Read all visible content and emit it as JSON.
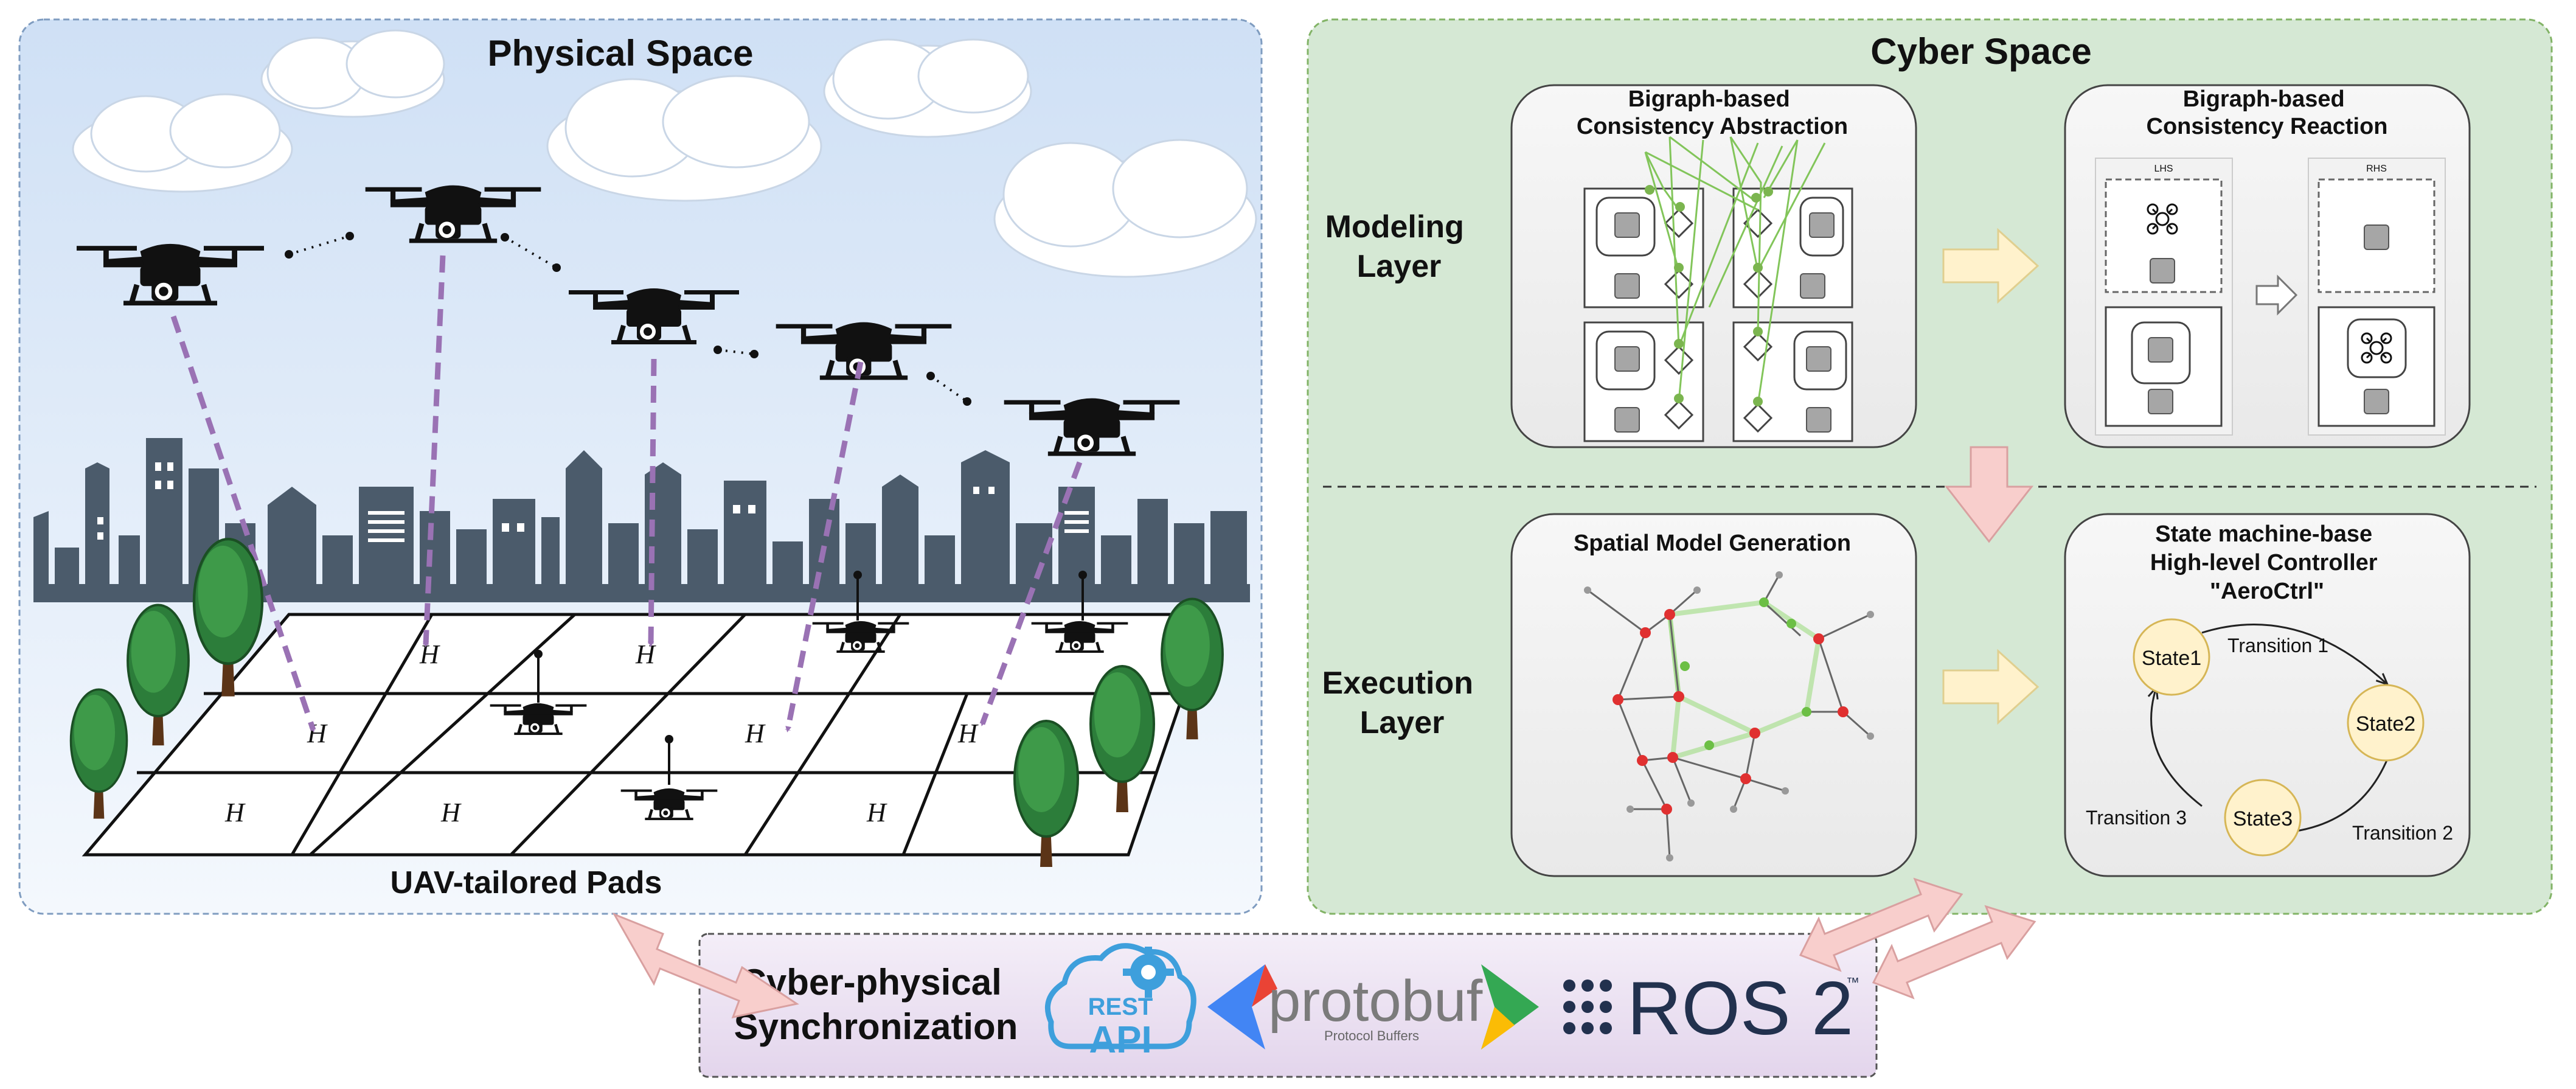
{
  "physical": {
    "title": "Physical Space",
    "pads_label": "UAV-tailored Pads",
    "pad_symbol": "H"
  },
  "cyber": {
    "title": "Cyber Space",
    "modeling_layer": [
      "Modeling",
      "Layer"
    ],
    "execution_layer": [
      "Execution",
      "Layer"
    ],
    "abstraction_title": [
      "Bigraph-based",
      "Consistency Abstraction"
    ],
    "reaction_title": [
      "Bigraph-based",
      "Consistency Reaction"
    ],
    "lhs": "LHS",
    "rhs": "RHS",
    "spatial_title": "Spatial Model Generation",
    "controller_title": [
      "State machine-base",
      "High-level Controller",
      "\"AeroCtrl\""
    ],
    "states": [
      "State1",
      "State2",
      "State3"
    ],
    "transitions": [
      "Transition 1",
      "Transition 2",
      "Transition 3"
    ]
  },
  "sync": {
    "title": [
      "Cyber-physical",
      "Synchronization"
    ],
    "rest_logo": [
      "REST",
      "API"
    ],
    "protobuf_logo": "protobuf",
    "protobuf_sub": "Protocol Buffers",
    "ros_logo": "ROS 2",
    "ros_tm": "™"
  },
  "colors": {
    "physical_bg_top": "#cfe0f5",
    "physical_bg_bottom": "#f4f8fd",
    "cyber_bg": "#d5e8d4",
    "sync_bg": "#e6d9ee",
    "building": "#4b5b6b",
    "trajectory": "#9a72b4",
    "pink_arrow": "#f8cecc",
    "yellow_arrow": "#fff2cc",
    "state_fill": "#fff2cc",
    "graph_green": "#82c55a",
    "graph_red": "#e03030",
    "rest_blue": "#3e9fdc",
    "protobuf_gray": "#7b7b7b",
    "ros_dark": "#22314e"
  }
}
